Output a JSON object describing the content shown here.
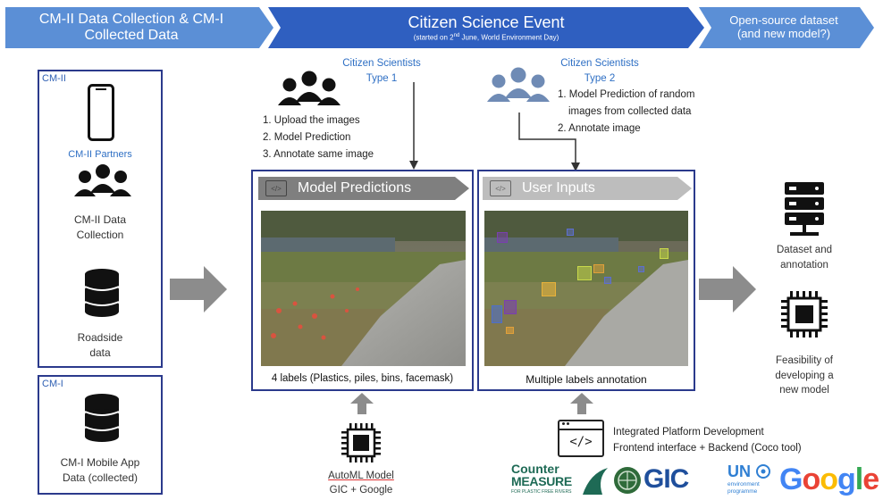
{
  "header": {
    "stage1": "CM-II Data Collection & CM-I Collected Data",
    "stage2_title": "Citizen Science Event",
    "stage2_sub_pre": "(started on 2",
    "stage2_sub_sup": "nd",
    "stage2_sub_post": " June, World Environment Day)",
    "stage3": "Open-source dataset (and new model?)"
  },
  "left": {
    "cm2_label": "CM-II",
    "partners": "CM-II Partners",
    "collection_line1": "CM-II Data",
    "collection_line2": "Collection",
    "roadside_line1": "Roadside",
    "roadside_line2": "data",
    "cm1_label": "CM-I",
    "app_line1": "CM-I Mobile App",
    "app_line2": "Data (collected)"
  },
  "type1": {
    "title_line1": "Citizen Scientists",
    "title_line2": "Type 1",
    "steps": [
      "1. Upload the images",
      "2. Model Prediction",
      "3. Annotate same image"
    ]
  },
  "type2": {
    "title_line1": "Citizen Scientists",
    "title_line2": "Type 2",
    "steps": [
      "1. Model Prediction of random",
      "images from collected data",
      "2. Annotate image"
    ]
  },
  "panels": {
    "predictions_title": "Model Predictions",
    "predictions_caption": "4 labels (Plastics, piles, bins, facemask)",
    "inputs_title": "User Inputs",
    "inputs_caption": "Multiple labels annotation"
  },
  "bottom": {
    "automl_line1": "AutoML Model",
    "automl_line2": "GIC + Google",
    "platform_line1": "Integrated Platform Development",
    "platform_line2": "Frontend interface + Backend (Coco tool)"
  },
  "right": {
    "dataset_line1": "Dataset and",
    "dataset_line2": "annotation",
    "feas_line1": "Feasibility of",
    "feas_line2": "developing a",
    "feas_line3": "new model"
  },
  "logos": {
    "counter1": "Counter",
    "counter2": "MEASURE",
    "counter3": "FOR PLASTIC FREE RIVERS",
    "gic": "GIC",
    "un1": "UN",
    "un2": "environment",
    "un3": "programme",
    "google": "Google"
  },
  "colors": {
    "chevron_light": "#5b8fd6",
    "chevron_dark": "#2f5fc0",
    "box_border": "#2b3a8c",
    "banner_dark": "#7f7f7f",
    "banner_light": "#bdbdbd",
    "arrow_gray": "#8c8c8c",
    "google_blue": "#4285F4",
    "google_red": "#EA4335",
    "google_yellow": "#FBBC05",
    "google_green": "#34A853"
  }
}
